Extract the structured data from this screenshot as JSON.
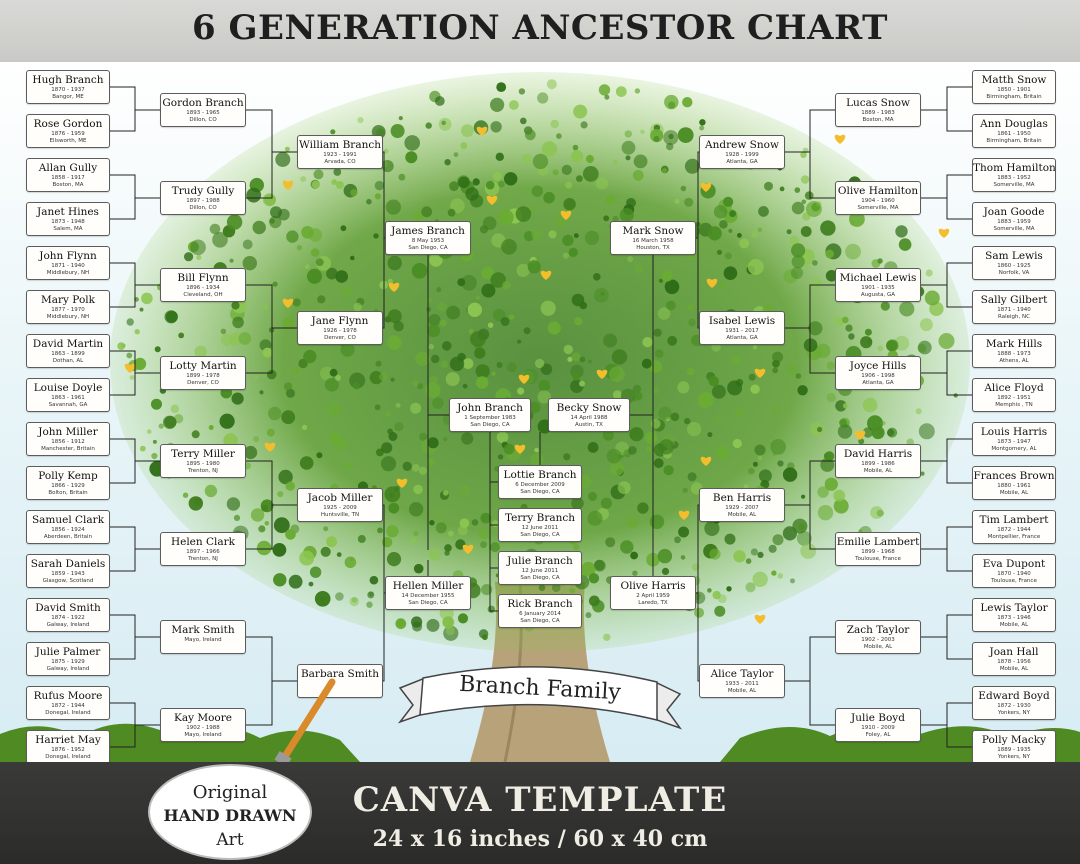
{
  "title": "6 GENERATION ANCESTOR CHART",
  "family_name": "Branch Family",
  "footer": {
    "template_label": "CANVA TEMPLATE",
    "size_label": "24 x 16 inches / 60 x 40 cm"
  },
  "badge": {
    "line1": "Original",
    "line2": "HAND DRAWN",
    "line3": "Art"
  },
  "colors": {
    "leaf": "#5a9a2a",
    "heart": "#f3bd2b",
    "trunk": "#b59a6e",
    "footer": "#2e2e2c",
    "header": "#cfcfcc"
  },
  "people": [
    {
      "id": "hugh",
      "name": "Hugh Branch",
      "dates": "1870 - 1937",
      "place": "Bangor, ME"
    },
    {
      "id": "rose",
      "name": "Rose Gordon",
      "dates": "1876 - 1959",
      "place": "Ellsworth, ME"
    },
    {
      "id": "allan",
      "name": "Allan Gully",
      "dates": "1858 - 1917",
      "place": "Boston, MA"
    },
    {
      "id": "janet",
      "name": "Janet Hines",
      "dates": "1873 - 1948",
      "place": "Salem, MA"
    },
    {
      "id": "johnf",
      "name": "John Flynn",
      "dates": "1871 - 1940",
      "place": "Middlebury, NH"
    },
    {
      "id": "mary",
      "name": "Mary Polk",
      "dates": "1877 - 1970",
      "place": "Middlebury, NH"
    },
    {
      "id": "david",
      "name": "David Martin",
      "dates": "1863 - 1899",
      "place": "Dothan, AL"
    },
    {
      "id": "louise",
      "name": "Louise Doyle",
      "dates": "1863 - 1961",
      "place": "Savannah, GA"
    },
    {
      "id": "johnm",
      "name": "John Miller",
      "dates": "1856 - 1912",
      "place": "Manchester, Britain"
    },
    {
      "id": "polly",
      "name": "Polly Kemp",
      "dates": "1866 - 1929",
      "place": "Bolton, Britain"
    },
    {
      "id": "samuel",
      "name": "Samuel Clark",
      "dates": "1856 - 1924",
      "place": "Aberdeen, Britain"
    },
    {
      "id": "sarah",
      "name": "Sarah Daniels",
      "dates": "1859 - 1943",
      "place": "Glasgow, Scotland"
    },
    {
      "id": "davids",
      "name": "David Smith",
      "dates": "1874 - 1922",
      "place": "Galway, Ireland"
    },
    {
      "id": "julie",
      "name": "Julie Palmer",
      "dates": "1875 - 1929",
      "place": "Galway, Ireland"
    },
    {
      "id": "rufus",
      "name": "Rufus Moore",
      "dates": "1872 - 1944",
      "place": "Donegal, Ireland"
    },
    {
      "id": "harriet",
      "name": "Harriet May",
      "dates": "1876 - 1952",
      "place": "Donegal, Ireland"
    },
    {
      "id": "gordon",
      "name": "Gordon Branch",
      "dates": "1893 - 1965",
      "place": "Dillon, CO"
    },
    {
      "id": "trudy",
      "name": "Trudy Gully",
      "dates": "1897 - 1988",
      "place": "Dillon, CO"
    },
    {
      "id": "bill",
      "name": "Bill Flynn",
      "dates": "1896 - 1934",
      "place": "Cleveland, OH"
    },
    {
      "id": "lotty",
      "name": "Lotty Martin",
      "dates": "1899 - 1978",
      "place": "Denver, CO"
    },
    {
      "id": "terry",
      "name": "Terry Miller",
      "dates": "1895 - 1980",
      "place": "Trenton, NJ"
    },
    {
      "id": "helen",
      "name": "Helen Clark",
      "dates": "1897 - 1966",
      "place": "Trenton, NJ"
    },
    {
      "id": "mark",
      "name": "Mark Smith",
      "dates": "",
      "place": "Mayo, Ireland"
    },
    {
      "id": "kay",
      "name": "Kay Moore",
      "dates": "1902 - 1988",
      "place": "Mayo, Ireland"
    },
    {
      "id": "william",
      "name": "William Branch",
      "dates": "1923 - 1991",
      "place": "Arvada, CO"
    },
    {
      "id": "jane",
      "name": "Jane Flynn",
      "dates": "1926 - 1978",
      "place": "Denver, CO"
    },
    {
      "id": "jacob",
      "name": "Jacob Miller",
      "dates": "1925 - 2009",
      "place": "Huntsville, TN"
    },
    {
      "id": "barbara",
      "name": "Barbara Smith",
      "dates": "",
      "place": ""
    },
    {
      "id": "james",
      "name": "James Branch",
      "dates": "8 May 1953",
      "place": "San Diego, CA"
    },
    {
      "id": "hellen",
      "name": "Hellen Miller",
      "dates": "14 December 1955",
      "place": "San Diego, CA"
    },
    {
      "id": "johnb",
      "name": "John Branch",
      "dates": "1 September 1983",
      "place": "San Diego, CA"
    },
    {
      "id": "becky",
      "name": "Becky Snow",
      "dates": "14 April 1988",
      "place": "Austin, TX"
    },
    {
      "id": "lottie",
      "name": "Lottie Branch",
      "dates": "6 December 2009",
      "place": "San Diego, CA"
    },
    {
      "id": "terryb",
      "name": "Terry Branch",
      "dates": "12 June 2011",
      "place": "San Diego, CA"
    },
    {
      "id": "julieb",
      "name": "Julie Branch",
      "dates": "12 June 2011",
      "place": "San Diego, CA"
    },
    {
      "id": "rick",
      "name": "Rick Branch",
      "dates": "6 January 2014",
      "place": "San Diego, CA"
    },
    {
      "id": "marks",
      "name": "Mark Snow",
      "dates": "16 March 1958",
      "place": "Houston, TX"
    },
    {
      "id": "olive",
      "name": "Olive Harris",
      "dates": "2 April 1959",
      "place": "Laredo, TX"
    },
    {
      "id": "andrew",
      "name": "Andrew Snow",
      "dates": "1928 - 1999",
      "place": "Atlanta, GA"
    },
    {
      "id": "isabel",
      "name": "Isabel Lewis",
      "dates": "1931 - 2017",
      "place": "Atlanta, GA"
    },
    {
      "id": "ben",
      "name": "Ben Harris",
      "dates": "1929 - 2007",
      "place": "Mobile, AL"
    },
    {
      "id": "alice",
      "name": "Alice Taylor",
      "dates": "1933 - 2011",
      "place": "Mobile, AL"
    },
    {
      "id": "lucas",
      "name": "Lucas Snow",
      "dates": "1889 - 1983",
      "place": "Boston, MA"
    },
    {
      "id": "oliveh",
      "name": "Olive Hamilton",
      "dates": "1904 - 1960",
      "place": "Somerville, MA"
    },
    {
      "id": "michael",
      "name": "Michael Lewis",
      "dates": "1901 - 1935",
      "place": "Augusta, GA"
    },
    {
      "id": "joyce",
      "name": "Joyce Hills",
      "dates": "1906 - 1998",
      "place": "Atlanta, GA"
    },
    {
      "id": "davidh",
      "name": "David Harris",
      "dates": "1899 - 1986",
      "place": "Mobile, AL"
    },
    {
      "id": "emilie",
      "name": "Emilie Lambert",
      "dates": "1899 - 1968",
      "place": "Toulouse, France"
    },
    {
      "id": "zach",
      "name": "Zach Taylor",
      "dates": "1902 - 2003",
      "place": "Mobile, AL"
    },
    {
      "id": "julieboyd",
      "name": "Julie Boyd",
      "dates": "1910 - 2009",
      "place": "Foley, AL"
    },
    {
      "id": "matth",
      "name": "Matth Snow",
      "dates": "1850 - 1901",
      "place": "Birmingham, Britain"
    },
    {
      "id": "ann",
      "name": "Ann Douglas",
      "dates": "1861 - 1950",
      "place": "Birmingham, Britain"
    },
    {
      "id": "thom",
      "name": "Thom Hamilton",
      "dates": "1883 - 1952",
      "place": "Somerville, MA"
    },
    {
      "id": "joan",
      "name": "Joan Goode",
      "dates": "1883 - 1959",
      "place": "Somerville, MA"
    },
    {
      "id": "sam",
      "name": "Sam Lewis",
      "dates": "1860 - 1925",
      "place": "Norfolk, VA"
    },
    {
      "id": "sally",
      "name": "Sally Gilbert",
      "dates": "1871 - 1940",
      "place": "Raleigh, NC"
    },
    {
      "id": "markh",
      "name": "Mark Hills",
      "dates": "1888 - 1973",
      "place": "Athens, AL"
    },
    {
      "id": "alicef",
      "name": "Alice Floyd",
      "dates": "1892 - 1951",
      "place": "Memphis , TN"
    },
    {
      "id": "louis",
      "name": "Louis Harris",
      "dates": "1873 - 1947",
      "place": "Montgomery, AL"
    },
    {
      "id": "frances",
      "name": "Frances Brown",
      "dates": "1880 - 1961",
      "place": "Mobile, AL"
    },
    {
      "id": "tim",
      "name": "Tim Lambert",
      "dates": "1872 - 1944",
      "place": "Montpellier, France"
    },
    {
      "id": "eva",
      "name": "Eva Dupont",
      "dates": "1870 - 1940",
      "place": "Toulouse, France"
    },
    {
      "id": "lewis",
      "name": "Lewis Taylor",
      "dates": "1873 - 1946",
      "place": "Mobile, AL"
    },
    {
      "id": "joanh",
      "name": "Joan Hall",
      "dates": "1878 - 1956",
      "place": "Mobile, AL"
    },
    {
      "id": "edward",
      "name": "Edward Boyd",
      "dates": "1872 - 1930",
      "place": "Yonkers, NY"
    },
    {
      "id": "pollym",
      "name": "Polly Macky",
      "dates": "1889 - 1935",
      "place": "Yonkers, NY"
    }
  ]
}
